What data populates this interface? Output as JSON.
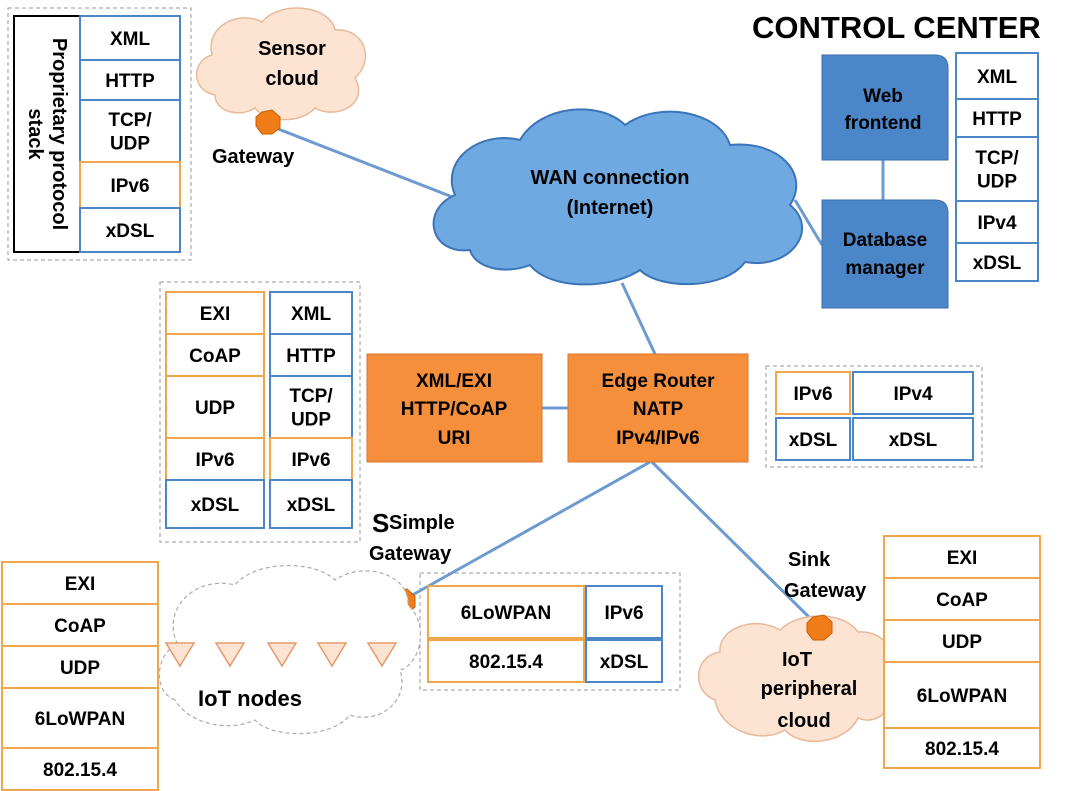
{
  "title": "CONTROL CENTER",
  "colors": {
    "blue": "#4a86c8",
    "orange": "#f0a64a",
    "box_fill": "#f58f3b",
    "cloud_blue": "#6fa9e2",
    "cloud_peach": "#fde3d2",
    "gateway": "#f07d18"
  },
  "clouds": {
    "sensor": [
      "Sensor",
      "cloud"
    ],
    "wan": [
      "WAN connection",
      "(Internet)"
    ],
    "iot_nodes": "IoT nodes",
    "peripheral": [
      "IoT",
      "peripheral",
      "cloud"
    ]
  },
  "labels": {
    "gateway": "Gateway",
    "simple_gateway": [
      "Simple",
      "Gateway"
    ],
    "simple_gateway_glyph": "S",
    "sink_gateway": [
      "Sink",
      "Gateway"
    ]
  },
  "proprietary": {
    "label": [
      "Proprietary protocol",
      "stack"
    ],
    "layers": [
      "XML",
      "HTTP",
      "TCP/\nUDP",
      "IPv6",
      "xDSL"
    ]
  },
  "control_center": {
    "web_frontend": [
      "Web",
      "frontend"
    ],
    "db_manager": [
      "Database",
      "manager"
    ],
    "layers": [
      "XML",
      "HTTP",
      "TCP/\nUDP",
      "IPv4",
      "xDSL"
    ]
  },
  "left_stack": {
    "orange_layers": [
      "EXI",
      "CoAP",
      "UDP",
      "IPv6",
      "xDSL"
    ],
    "blue_layers": [
      "XML",
      "HTTP",
      "TCP/\nUDP",
      "IPv6",
      "xDSL"
    ]
  },
  "translator_box": [
    "XML/EXI",
    "HTTP/CoAP",
    "URI"
  ],
  "edge_router": [
    "Edge Router",
    "NATP",
    "IPv4/IPv6"
  ],
  "edge_stack": [
    [
      "IPv6",
      "IPv4"
    ],
    [
      "xDSL",
      "xDSL"
    ]
  ],
  "simple_gw_stack": [
    [
      "6LoWPAN",
      "IPv6"
    ],
    [
      "802.15.4",
      "xDSL"
    ]
  ],
  "iot_nodes_stack": [
    "EXI",
    "CoAP",
    "UDP",
    "6LoWPAN",
    "802.15.4"
  ],
  "sink_stack": [
    "EXI",
    "CoAP",
    "UDP",
    "6LoWPAN",
    "802.15.4"
  ]
}
